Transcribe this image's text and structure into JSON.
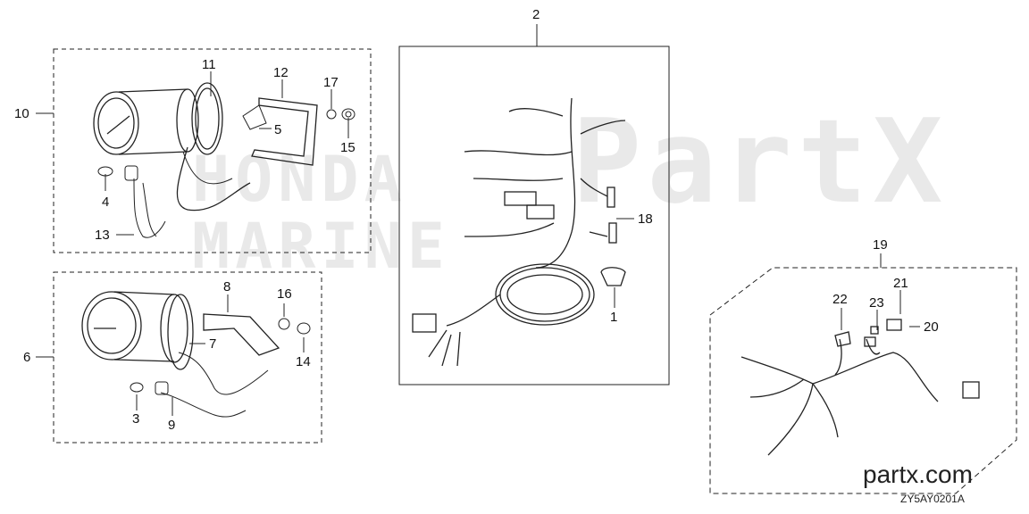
{
  "watermark": {
    "brand": "PartX",
    "honda": "HONDA",
    "marine": "MARINE"
  },
  "callouts": {
    "c1": "1",
    "c2": "2",
    "c3": "3",
    "c4": "4",
    "c5": "5",
    "c6": "6",
    "c7": "7",
    "c8": "8",
    "c9": "9",
    "c10": "10",
    "c11": "11",
    "c12": "12",
    "c13": "13",
    "c14": "14",
    "c15": "15",
    "c16": "16",
    "c17": "17",
    "c18": "18",
    "c19": "19",
    "c20": "20",
    "c21": "21",
    "c22": "22",
    "c23": "23"
  },
  "footer": {
    "site": "partx.com",
    "diagram_code": "ZY5AY0201A"
  },
  "colors": {
    "line": "#222222",
    "watermark": "#e6e6e6"
  }
}
